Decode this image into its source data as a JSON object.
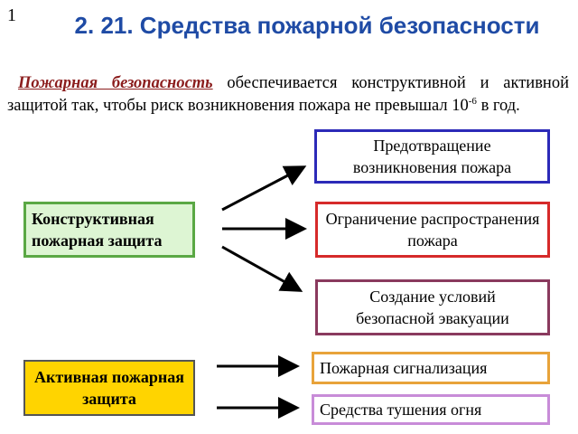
{
  "page_number": "1",
  "title": "2. 21. Средства пожарной безопасности",
  "intro": {
    "term": "Пожарная безопасность",
    "text_before_sup": " обеспечивается конструктивной и активной защитой так, чтобы риск возникновения пожара не превышал 10",
    "sup": "-6",
    "text_after_sup": " в год."
  },
  "boxes": {
    "constructive": {
      "label": "Конструктивная пожарная защита",
      "fill": "#ddf5d3",
      "border": "#5aa844"
    },
    "active": {
      "label": "Активная пожарная защита",
      "fill": "#ffd400",
      "border": "#555555"
    },
    "prevention": {
      "label": "Предотвращение возникновения пожара",
      "border": "#2c2ab8"
    },
    "limitation": {
      "label": "Ограничение распространения пожара",
      "border": "#d62a2a"
    },
    "evacuation": {
      "label": "Создание условий безопасной эвакуации",
      "border": "#8a3a5e"
    },
    "alarm": {
      "label": "Пожарная сигнализация",
      "border": "#e8a33a"
    },
    "extinguishing": {
      "label": "Средства тушения огня",
      "border": "#c88cd8"
    }
  },
  "colors": {
    "title": "#1f4ba5",
    "term": "#8b1d1d",
    "arrow": "#000000"
  }
}
